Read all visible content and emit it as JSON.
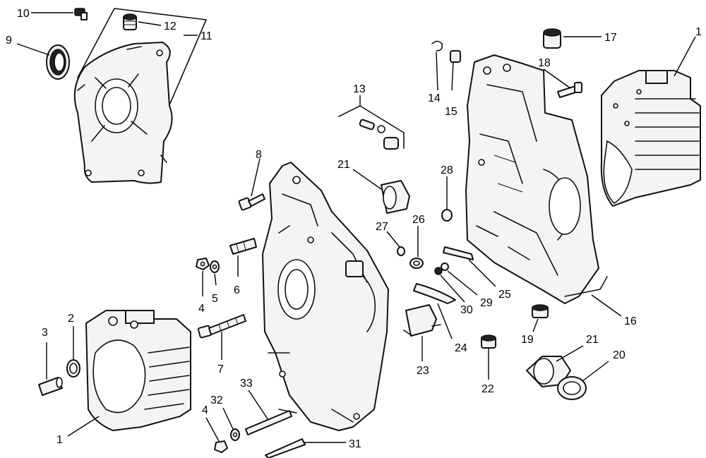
{
  "callouts": [
    {
      "id": "c10",
      "text": "10"
    },
    {
      "id": "c12",
      "text": "12"
    },
    {
      "id": "c11",
      "text": "11"
    },
    {
      "id": "c9",
      "text": "9"
    },
    {
      "id": "c17",
      "text": "17"
    },
    {
      "id": "c1a",
      "text": "1"
    },
    {
      "id": "c18",
      "text": "18"
    },
    {
      "id": "c14",
      "text": "14"
    },
    {
      "id": "c15",
      "text": "15"
    },
    {
      "id": "c13",
      "text": "13"
    },
    {
      "id": "c8",
      "text": "8"
    },
    {
      "id": "c21a",
      "text": "21"
    },
    {
      "id": "c28",
      "text": "28"
    },
    {
      "id": "c27",
      "text": "27"
    },
    {
      "id": "c26",
      "text": "26"
    },
    {
      "id": "c6",
      "text": "6"
    },
    {
      "id": "c5",
      "text": "5"
    },
    {
      "id": "c4a",
      "text": "4"
    },
    {
      "id": "c25",
      "text": "25"
    },
    {
      "id": "c29",
      "text": "29"
    },
    {
      "id": "c30",
      "text": "30"
    },
    {
      "id": "c16",
      "text": "16"
    },
    {
      "id": "c3",
      "text": "3"
    },
    {
      "id": "c2",
      "text": "2"
    },
    {
      "id": "c7",
      "text": "7"
    },
    {
      "id": "c24",
      "text": "24"
    },
    {
      "id": "c19",
      "text": "19"
    },
    {
      "id": "c21b",
      "text": "21"
    },
    {
      "id": "c20",
      "text": "20"
    },
    {
      "id": "c23",
      "text": "23"
    },
    {
      "id": "c22",
      "text": "22"
    },
    {
      "id": "c33",
      "text": "33"
    },
    {
      "id": "c32",
      "text": "32"
    },
    {
      "id": "c4b",
      "text": "4"
    },
    {
      "id": "c1b",
      "text": "1"
    },
    {
      "id": "c31",
      "text": "31"
    }
  ]
}
